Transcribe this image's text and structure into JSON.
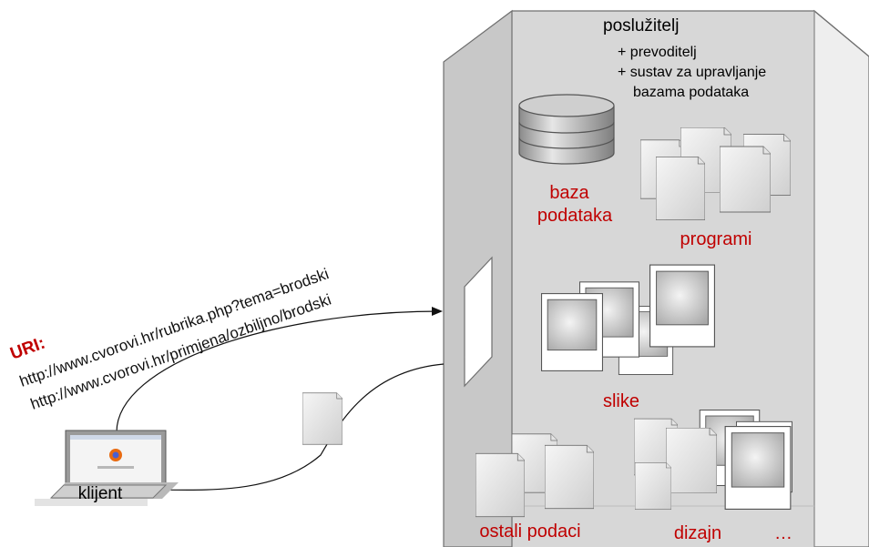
{
  "server": {
    "title": "poslužitelj",
    "features": [
      "+ prevoditelj",
      "+ sustav za upravljanje",
      "bazama podataka"
    ]
  },
  "labels": {
    "database": [
      "baza",
      "podataka"
    ],
    "programs": "programi",
    "images": "slike",
    "other_data": "ostali podaci",
    "design": "dizajn",
    "ellipsis": "…",
    "client": "klijent"
  },
  "uri": {
    "heading": "URI:",
    "lines": [
      "http://www.cvorovi.hr/rubrika.php?tema=brodski",
      "http://www.cvorovi.hr/primjena/ozbiljno/brodski"
    ]
  },
  "colors": {
    "accent_red": "#c00000",
    "server_inner": "#d6d6d6",
    "server_wall": "#ececec",
    "outline": "#6f6f6f"
  }
}
